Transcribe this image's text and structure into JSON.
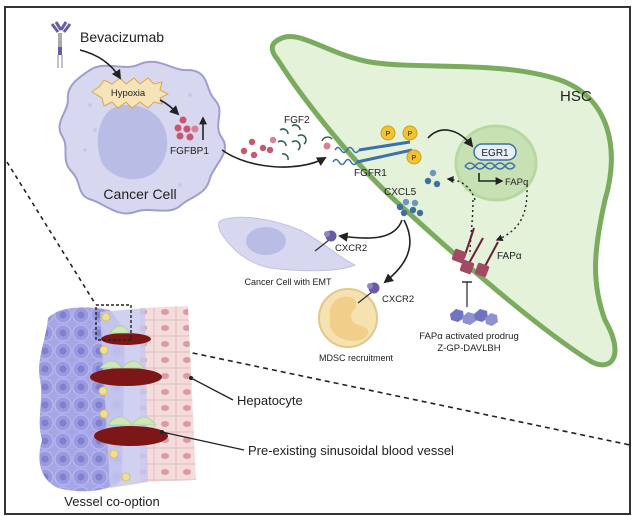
{
  "figure": {
    "drug": {
      "name": "Bevacizumab",
      "icon": "antibody-icon"
    },
    "cancer_cell": {
      "label": "Cancer Cell",
      "hypoxia_label": "Hypoxia",
      "fgfbp1_label": "FGFBP1",
      "fgfbp1_trend": "up"
    },
    "signals": {
      "fgf2_label": "FGF2",
      "fgfr1_label": "FGFR1",
      "phospho_label": "P",
      "cxcl5_label": "CXCL5"
    },
    "hsc": {
      "label": "HSC",
      "egr1_label": "EGR1",
      "fap_gene_label": "FAPα",
      "fap_protein_label": "FAPα"
    },
    "targets": {
      "emt_cell_label": "Cancer Cell with EMT",
      "cxcr2_label_1": "CXCR2",
      "cxcr2_label_2": "CXCR2",
      "mdsc_label": "MDSC recruitment"
    },
    "prodrug": {
      "line1": "FAPα activated prodrug",
      "line2": "Z-GP-DAVLBH"
    },
    "vessel_panel": {
      "title": "Vessel co-option",
      "hepatocyte_label": "Hepatocyte",
      "vessel_label": "Pre-existing sinusoidal blood vessel"
    },
    "colors": {
      "cancer_cell_fill": "#d7d7ef",
      "cancer_cell_stroke": "#9e9ecf",
      "nucleus_fill": "#b9bce4",
      "hsc_fill": "#e3f2d8",
      "hsc_stroke": "#7aab5e",
      "hsc_nucleus": "#c7e1b4",
      "fgf_dots": "#c9566e",
      "cxcl5_dots": "#3f6ea3",
      "receptor_blue": "#3d6fa8",
      "phospho_yellow": "#f1c232",
      "fap_receptor": "#a14a64",
      "prodrug_blue": "#6f73c2",
      "mdsc_fill": "#f6e2b0",
      "vessel_red": "#7d1717",
      "hepatocyte_fill": "#f3dada",
      "tumor_fill": "#8f8fdc"
    }
  }
}
